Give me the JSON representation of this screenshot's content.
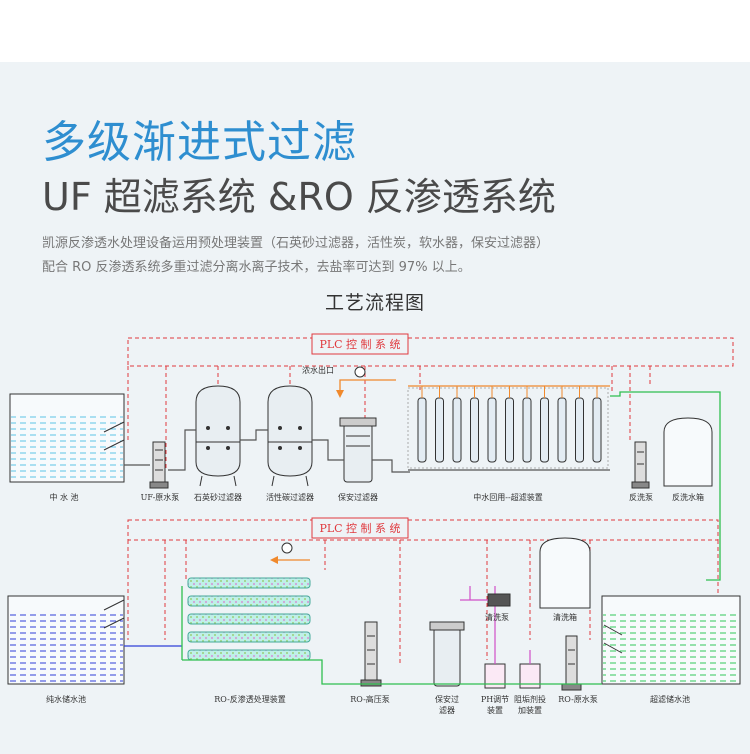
{
  "heading": {
    "title": "多级渐进式过滤",
    "subtitle": "UF 超滤系统 &RO 反渗透系统",
    "description_line1": "凯源反渗透水处理设备运用预处理装置（石英砂过滤器，活性炭，软水器，保安过滤器）",
    "description_line2": "配合 RO 反渗透系统多重过滤分离水离子技术，去盐率可达到 97% 以上。"
  },
  "diagram": {
    "title": "工艺流程图",
    "plc_label_top": "PLC 控 制 系 统",
    "plc_label_bottom": "PLC 控 制 系 统",
    "concentrate_outlet": "浓水出口",
    "top_row_labels": {
      "middle_tank": "中 水 池",
      "uf_pump": "UF-原水泵",
      "sand_filter": "石英砂过滤器",
      "carbon_filter": "活性碳过滤器",
      "security_filter": "保安过滤器",
      "uf_unit": "中水回用--超滤装置",
      "backwash_pump": "反洗泵",
      "backwash_tank": "反洗水箱"
    },
    "bottom_row_labels": {
      "pure_tank": "纯水储水池",
      "ro_unit": "RO-反渗透处理装置",
      "ro_hp_pump": "RO-高压泵",
      "security_filter_a": "保安过",
      "security_filter_b": "滤器",
      "ph_device_a": "PH调节",
      "ph_device_b": "装置",
      "scale_dosing_a": "阻垢剂投",
      "scale_dosing_b": "加装置",
      "ro_raw_pump": "RO-原水泵",
      "uf_storage_tank": "超滤储水池",
      "clean_pump": "清洗泵",
      "clean_tank": "清洗箱"
    }
  }
}
